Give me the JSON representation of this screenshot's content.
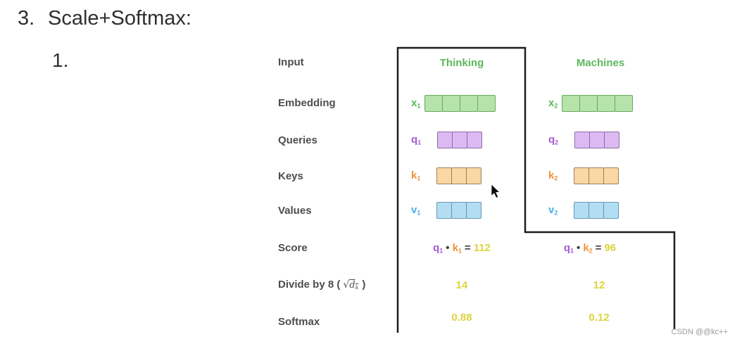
{
  "title_number": "3.",
  "title_text": "Scale+Softmax:",
  "list_marker": "1.",
  "watermark": "CSDN @@kc++",
  "colors": {
    "text_dark": "#2f2f2f",
    "text_mid": "#3f3f3f",
    "label_gray": "#4d4d4d",
    "green": "#5cb85c",
    "green_fill": "#b5e3aa",
    "green_border": "#68a95e",
    "purple": "#a55bd3",
    "purple_fill": "#ddbaf2",
    "purple_border": "#8e6ba3",
    "orange": "#ef923d",
    "orange_fill": "#fad7a3",
    "orange_border": "#9b7f63",
    "blue": "#49b1e8",
    "blue_fill": "#b2ddf2",
    "blue_border": "#6596b5",
    "yellow": "#ddd43c",
    "line_black": "#1c1c1c",
    "watermark_gray": "#999999"
  },
  "rows": {
    "input": "Input",
    "embedding": "Embedding",
    "queries": "Queries",
    "keys": "Keys",
    "values": "Values",
    "score": "Score",
    "divide": {
      "prefix": "Divide by 8 (",
      "radical": "√",
      "radicand": "d",
      "radicand_sub": "k",
      "suffix": ")"
    },
    "softmax": "Softmax"
  },
  "columns": [
    {
      "word": "Thinking",
      "embedding": {
        "base": "x",
        "sub": "1",
        "cells": 4
      },
      "query": {
        "base": "q",
        "sub": "1",
        "cells": 3
      },
      "key": {
        "base": "k",
        "sub": "1",
        "cells": 3
      },
      "value": {
        "base": "v",
        "sub": "1",
        "cells": 3
      },
      "score": {
        "q": "q",
        "q_sub": "1",
        "dot": "•",
        "k": "k",
        "k_sub": "1",
        "eq": "=",
        "value": "112"
      },
      "divided": "14",
      "softmax": "0.88"
    },
    {
      "word": "Machines",
      "embedding": {
        "base": "x",
        "sub": "2",
        "cells": 4
      },
      "query": {
        "base": "q",
        "sub": "2",
        "cells": 3
      },
      "key": {
        "base": "k",
        "sub": "2",
        "cells": 3
      },
      "value": {
        "base": "v",
        "sub": "2",
        "cells": 3
      },
      "score": {
        "q": "q",
        "q_sub": "1",
        "dot": "•",
        "k": "k",
        "k_sub": "2",
        "eq": "=",
        "value": "96"
      },
      "divided": "12",
      "softmax": "0.12"
    }
  ]
}
